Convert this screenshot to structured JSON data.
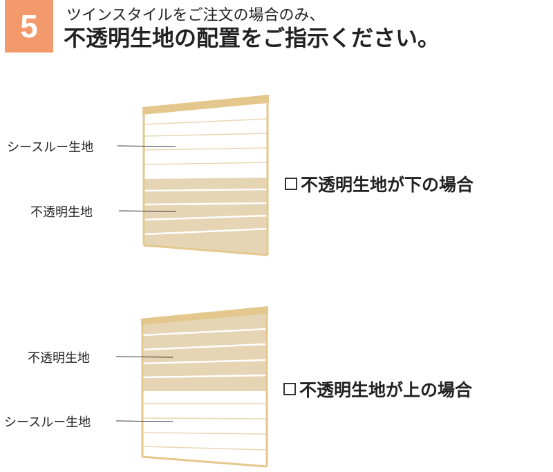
{
  "header": {
    "step_number": "5",
    "line1": "ツインスタイルをご注文の場合のみ、",
    "line2": "不透明生地の配置をご指示ください。"
  },
  "figures": [
    {
      "labels": {
        "sheer": "シースルー生地",
        "opaque": "不透明生地"
      },
      "option_label": "不透明生地が下の場合"
    },
    {
      "labels": {
        "opaque": "不透明生地",
        "sheer": "シースルー生地"
      },
      "option_label": "不透明生地が上の場合"
    }
  ],
  "colors": {
    "frame": "#e3c78d",
    "opaque_fabric": "#e6d5b5",
    "sheer_line": "#e8d6b3",
    "badge": "#f29a6b"
  }
}
